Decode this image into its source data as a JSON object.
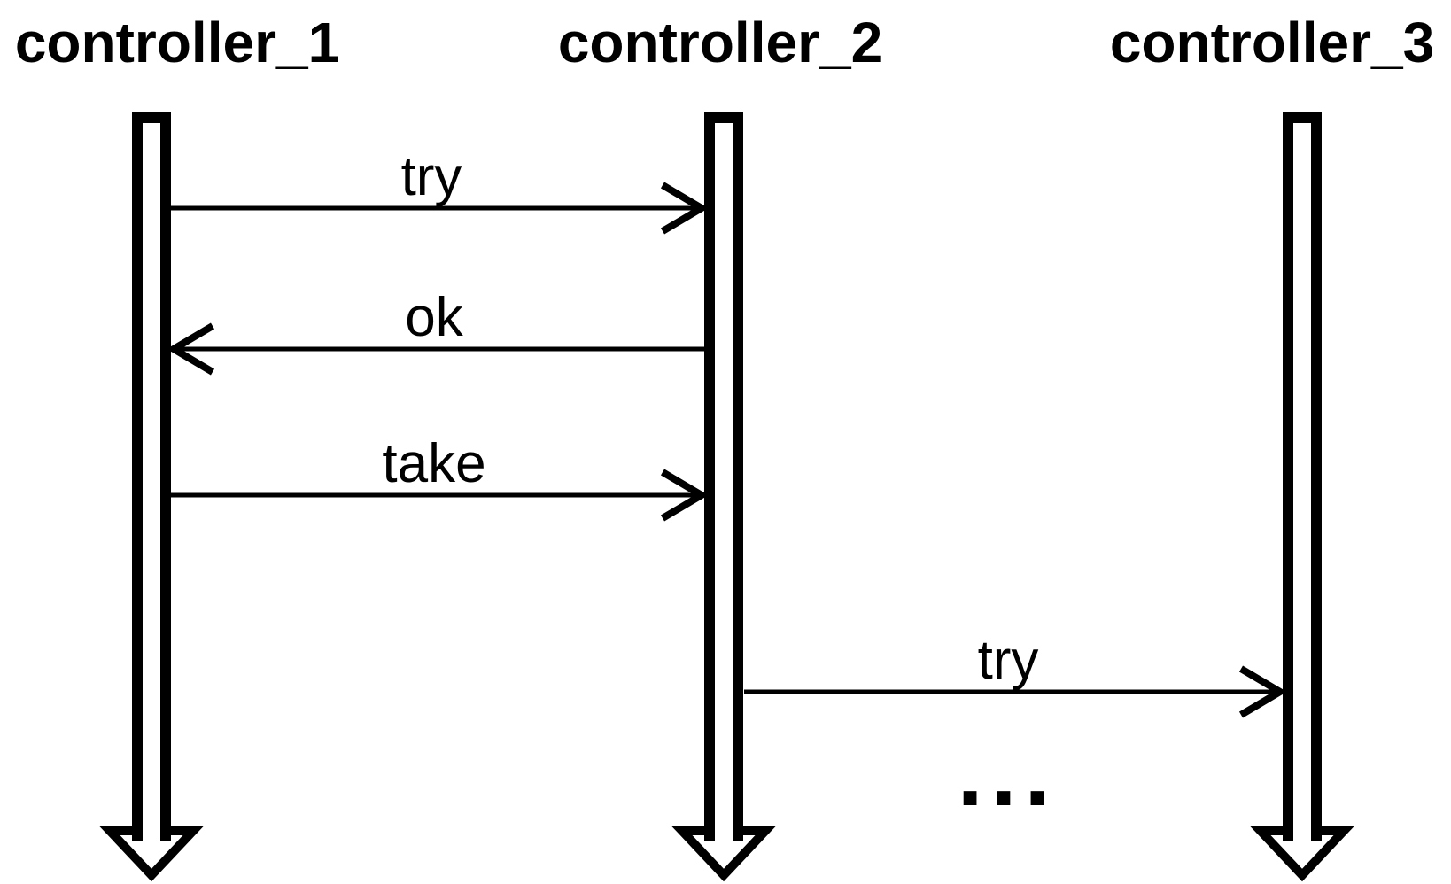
{
  "page": {
    "background_color": "#ffffff",
    "ink_color": "#000000",
    "type": "sequence-diagram"
  },
  "lifelines": [
    {
      "name": "controller_1",
      "label": "controller_1"
    },
    {
      "name": "controller_2",
      "label": "controller_2"
    },
    {
      "name": "controller_3",
      "label": "controller_3"
    }
  ],
  "messages": [
    {
      "label": "try",
      "from": "controller_1",
      "to": "controller_2",
      "direction": "right"
    },
    {
      "label": "ok",
      "from": "controller_2",
      "to": "controller_1",
      "direction": "left"
    },
    {
      "label": "take",
      "from": "controller_1",
      "to": "controller_2",
      "direction": "right"
    },
    {
      "label": "try",
      "from": "controller_2",
      "to": "controller_3",
      "direction": "right"
    }
  ],
  "ellipsis": "..."
}
